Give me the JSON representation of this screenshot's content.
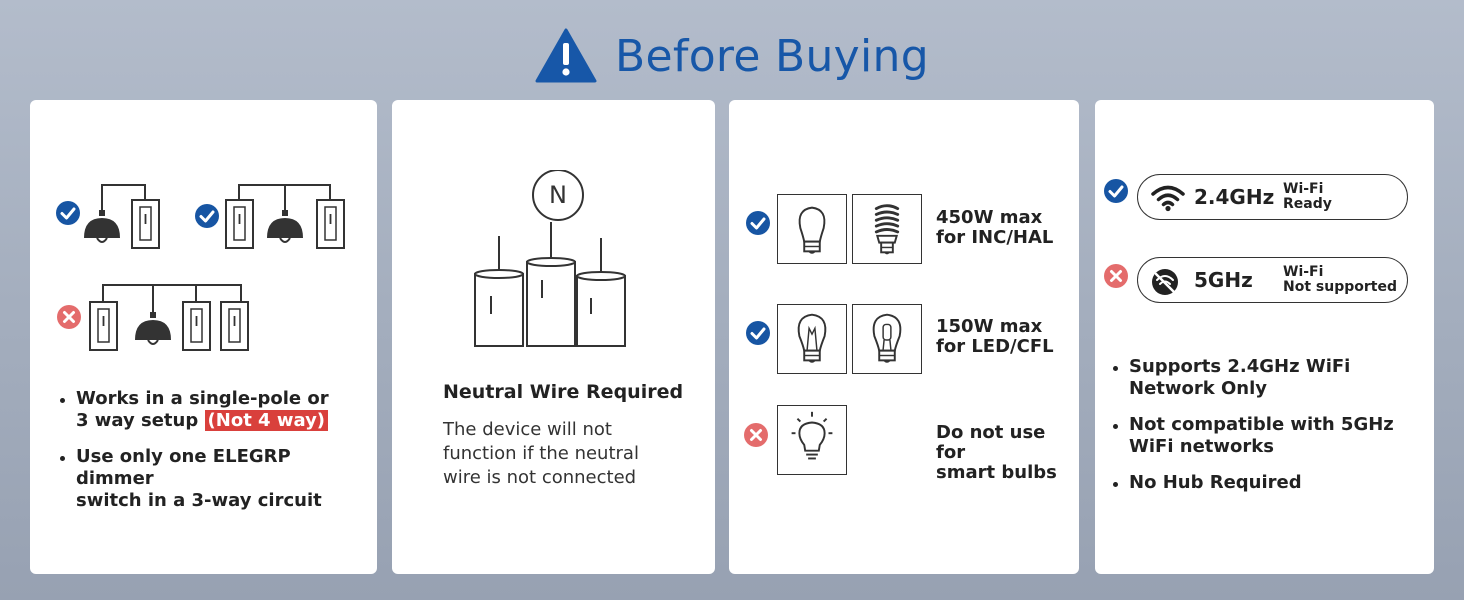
{
  "header": {
    "title": "Before Buying",
    "icon": "warning-triangle-icon",
    "color": "#1757a8"
  },
  "colors": {
    "check": "#1755a3",
    "cross": "#e46c6c",
    "highlight": "#d9403c"
  },
  "card1": {
    "bullets": [
      {
        "text": "Works in a single-pole or",
        "line2": "3 way setup",
        "highlight": "(Not 4 way)"
      },
      {
        "text": "Use only one ELEGRP dimmer",
        "line2": "switch in a 3-way circuit"
      }
    ]
  },
  "card2": {
    "badge": "N",
    "title": "Neutral Wire Required",
    "body": [
      "The device will not",
      "function if the neutral",
      "wire is not connected"
    ]
  },
  "card3": {
    "rows": [
      {
        "label1": "450W max",
        "label2": "for INC/HAL",
        "status": "check"
      },
      {
        "label1": "150W max",
        "label2": "for LED/CFL",
        "status": "check"
      },
      {
        "label1": "Do not use for",
        "label2": "smart bulbs",
        "status": "cross"
      }
    ]
  },
  "card4": {
    "wifi": [
      {
        "freq": "2.4GHz",
        "top": "Wi-Fi",
        "bottom": "Ready",
        "status": "check"
      },
      {
        "freq": "5GHz",
        "top": "Wi-Fi",
        "bottom": "Not supported",
        "status": "cross"
      }
    ],
    "bullets": [
      {
        "text": "Supports 2.4GHz WiFi",
        "line2": "Network Only"
      },
      {
        "text": "Not compatible with 5GHz",
        "line2": "WiFi networks"
      },
      {
        "text": "No Hub Required"
      }
    ]
  }
}
